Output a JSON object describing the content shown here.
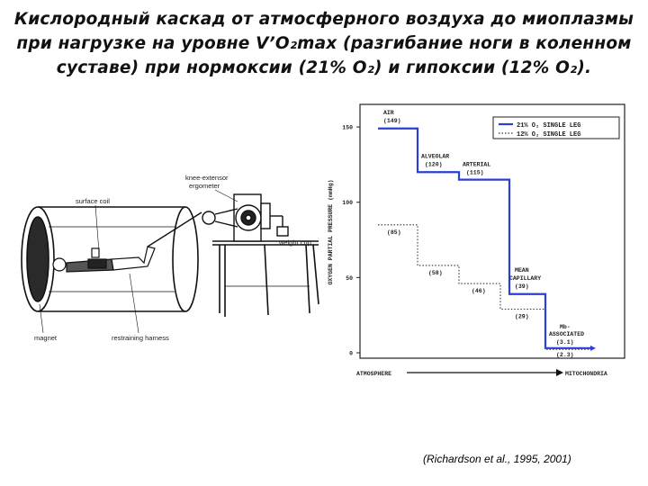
{
  "title": {
    "line1": "Кислородный каскад от атмосферного воздуха до миоплазмы",
    "line2": "при нагрузке на уровне V’O₂max (разгибание ноги в коленном",
    "line3": "суставе) при нормоксии (21% O₂) и гипоксии (12% O₂)."
  },
  "apparatus_labels": {
    "surface_coil": "surface coil",
    "knee_extensor": "knee-extensor",
    "ergometer": "ergometer",
    "weight_cup": "weight cup",
    "magnet": "magnet",
    "harness": "restraining harness"
  },
  "citation": "(Richardson et al., 1995, 2001)",
  "chart_data": {
    "type": "line",
    "ylabel": "OXYGEN PARTIAL PRESSURE (mmHg)",
    "xlabel_left": "ATMOSPHERE",
    "xlabel_right": "MITOCHONDRIA",
    "ylim": [
      0,
      165
    ],
    "yticks": [
      0,
      50,
      100,
      150
    ],
    "legend": {
      "position": "top-right"
    },
    "steps": [
      {
        "name": "AIR",
        "normoxia": 149,
        "hypoxia": 85
      },
      {
        "name": "ALVEOLAR",
        "normoxia": 120,
        "hypoxia": 58
      },
      {
        "name": "ARTERIAL",
        "normoxia": 115,
        "hypoxia": 46
      },
      {
        "name": "MEAN CAPILLARY",
        "normoxia": 39,
        "hypoxia": 29
      },
      {
        "name": "Mb-ASSOCIATED",
        "normoxia": 3.1,
        "hypoxia": 2.3
      }
    ],
    "series": [
      {
        "name": "21% O₂ SINGLE LEG",
        "key": "normoxia",
        "style": "solid",
        "color": "#2b3fd1"
      },
      {
        "name": "12% O₂ SINGLE LEG",
        "key": "hypoxia",
        "style": "dotted",
        "color": "#333333"
      }
    ],
    "annotations": {
      "normoxia": [
        "AIR",
        "(149)",
        "ALVEOLAR",
        "(120)",
        "ARTERIAL",
        "(115)",
        "MEAN",
        "CAPILLARY",
        "(39)",
        "Mb-",
        "ASSOCIATED",
        "(3.1)"
      ],
      "hypoxia": [
        "(85)",
        "(58)",
        "(46)",
        "(29)",
        "(2.3)"
      ]
    }
  }
}
